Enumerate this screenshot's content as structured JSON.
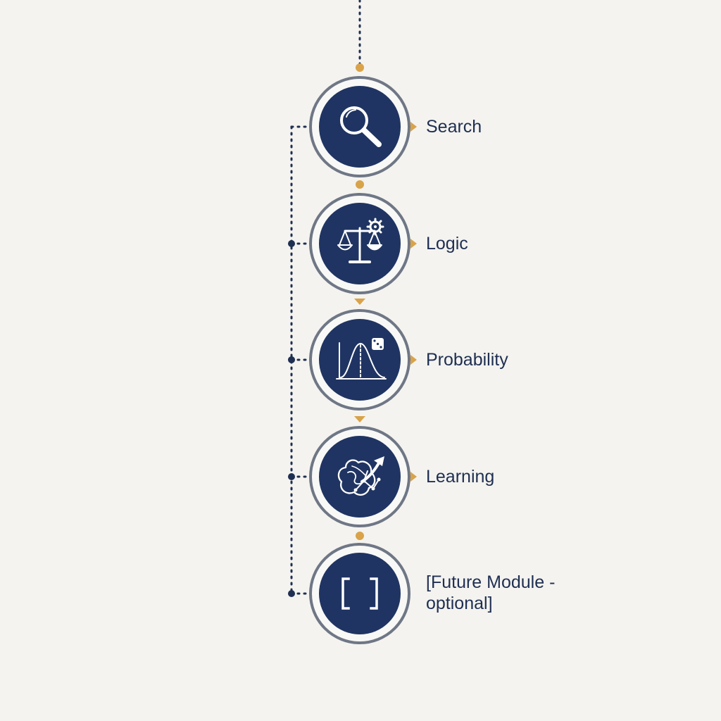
{
  "colors": {
    "background": "#f4f3ef",
    "node_fill": "#1f3462",
    "node_ring": "#6f7786",
    "connector": "#1f2f52",
    "accent": "#d9a34a",
    "icon": "#ffffff",
    "label": "#1f2f52"
  },
  "nodes": [
    {
      "label": "Search",
      "icon": "magnifying-glass-icon"
    },
    {
      "label": "Logic",
      "icon": "balance-scale-gear-icon"
    },
    {
      "label": "Probability",
      "icon": "bell-curve-dice-icon"
    },
    {
      "label": "Learning",
      "icon": "brain-growth-arrow-icon"
    },
    {
      "label": "[Future Module - optional]",
      "icon": "brackets-icon"
    }
  ]
}
